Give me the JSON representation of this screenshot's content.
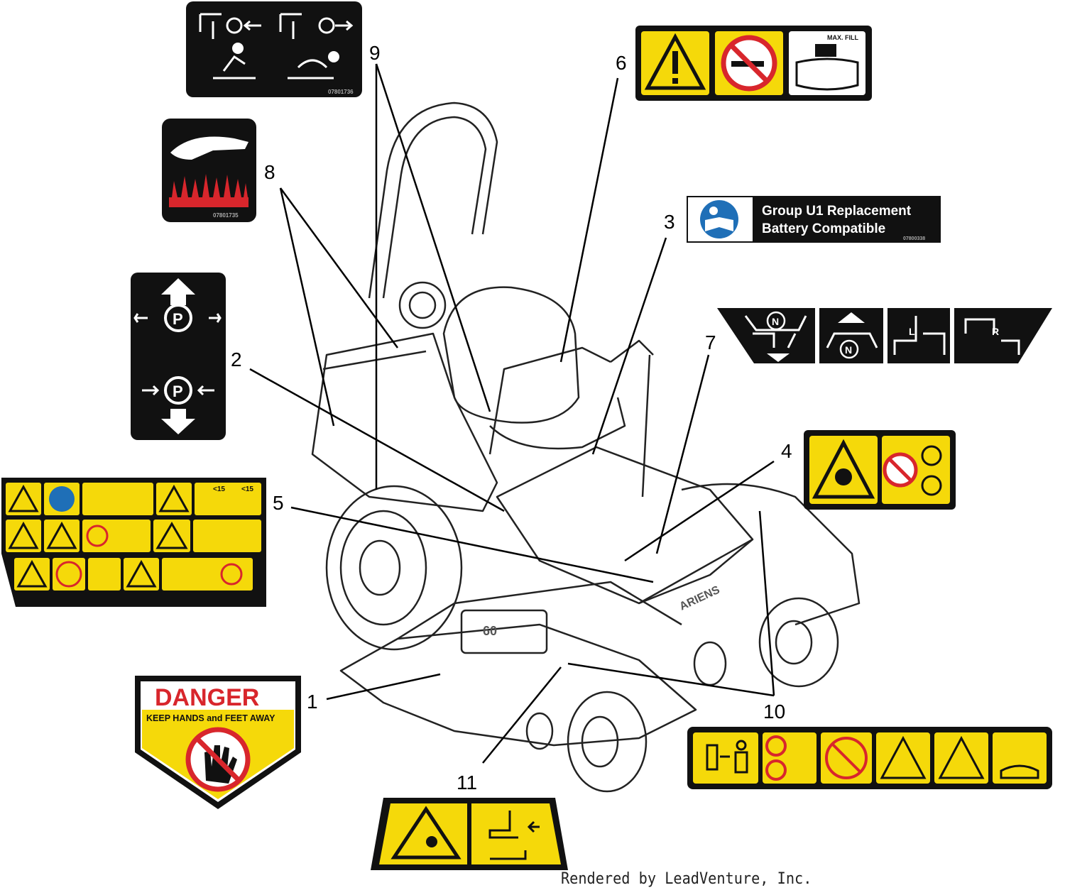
{
  "diagram": {
    "callouts": [
      "1",
      "2",
      "3",
      "4",
      "5",
      "6",
      "7",
      "8",
      "9",
      "10",
      "11"
    ],
    "decals": {
      "battery": {
        "line1": "Group U1 Replacement",
        "line2": "Battery Compatible",
        "part_no": "07800338"
      },
      "danger": {
        "title": "DANGER",
        "subtitle": "KEEP HANDS and FEET AWAY"
      },
      "hot_surface": {
        "part_no": "07801735"
      },
      "speed_control": {
        "part_no": "07801736"
      },
      "slope_labels": [
        "<15",
        "<15"
      ],
      "neutral_labels": [
        "N",
        "N",
        "L",
        "R"
      ],
      "parking_brake_label": "P",
      "fuel_label": "MAX. FILL",
      "mower_brand": "ARIENS",
      "deck_size": "60"
    },
    "colors": {
      "warning_yellow": "#f5d90a",
      "prohibition_red": "#d8262c",
      "decal_black": "#111111",
      "info_blue": "#1f6fb7"
    },
    "footer": "Rendered by LeadVenture, Inc."
  }
}
